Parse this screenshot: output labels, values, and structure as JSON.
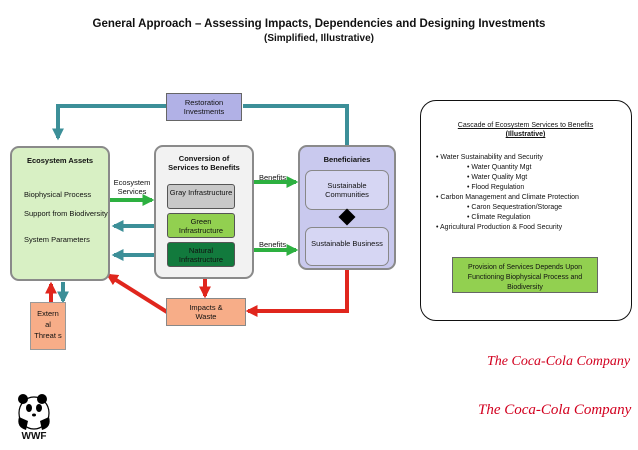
{
  "header": {
    "title": "General Approach – Assessing Impacts, Dependencies and Designing Investments",
    "subtitle": "(Simplified, Illustrative)"
  },
  "ecosystem_assets": {
    "title": "Ecosystem Assets",
    "items": [
      "Biophysical Process",
      "Support from Biodiversity",
      "System Parameters"
    ]
  },
  "external_threats": {
    "label": "Extern al Threat s"
  },
  "conversion": {
    "title": "Conversion of Services to Benefits",
    "gray": "Gray Infrastructure",
    "green": "Green Infrastructure",
    "natural": "Natural Infrastructure"
  },
  "restoration": {
    "label": "Restoration Investments"
  },
  "impacts": {
    "label": "Impacts & Waste"
  },
  "beneficiaries": {
    "title": "Beneficiaries",
    "communities": "Sustainable Communities",
    "business": "Sustainable Business"
  },
  "labels": {
    "ecosystem_services": "Ecosystem Services",
    "benefits_top": "Benefits",
    "benefits_bottom": "Benefits"
  },
  "cascade": {
    "title": "Cascade of Ecosystem Services to Benefits",
    "subtitle": "(Illustrative)",
    "items": [
      {
        "text": "Water Sustainability and Security",
        "level": 1
      },
      {
        "text": "Water Quantity Mgt",
        "level": 2
      },
      {
        "text": "Water Quality Mgt",
        "level": 2
      },
      {
        "text": "Flood Regulation",
        "level": 2
      },
      {
        "text": "Carbon Management and Climate Protection",
        "level": 1
      },
      {
        "text": "Caron Sequestration/Storage",
        "level": 2
      },
      {
        "text": "Climate Regulation",
        "level": 2
      },
      {
        "text": "Agricultural Production & Food Security",
        "level": 1
      }
    ],
    "note": "Provision of Services Depends Upon Functioning Biophysical Process and Biodiversity"
  },
  "logos": {
    "coke1": "The Coca-Cola Company",
    "coke2": "The Coca-Cola Company",
    "wwf": "WWF"
  },
  "colors": {
    "teal": "#3c8f98",
    "green": "#2db040",
    "red": "#e0261d",
    "asset_fill": "#d8f0c4",
    "lav_fill": "#c9c9ee",
    "natural_fill": "#127a3d",
    "green_fill": "#92d050"
  }
}
